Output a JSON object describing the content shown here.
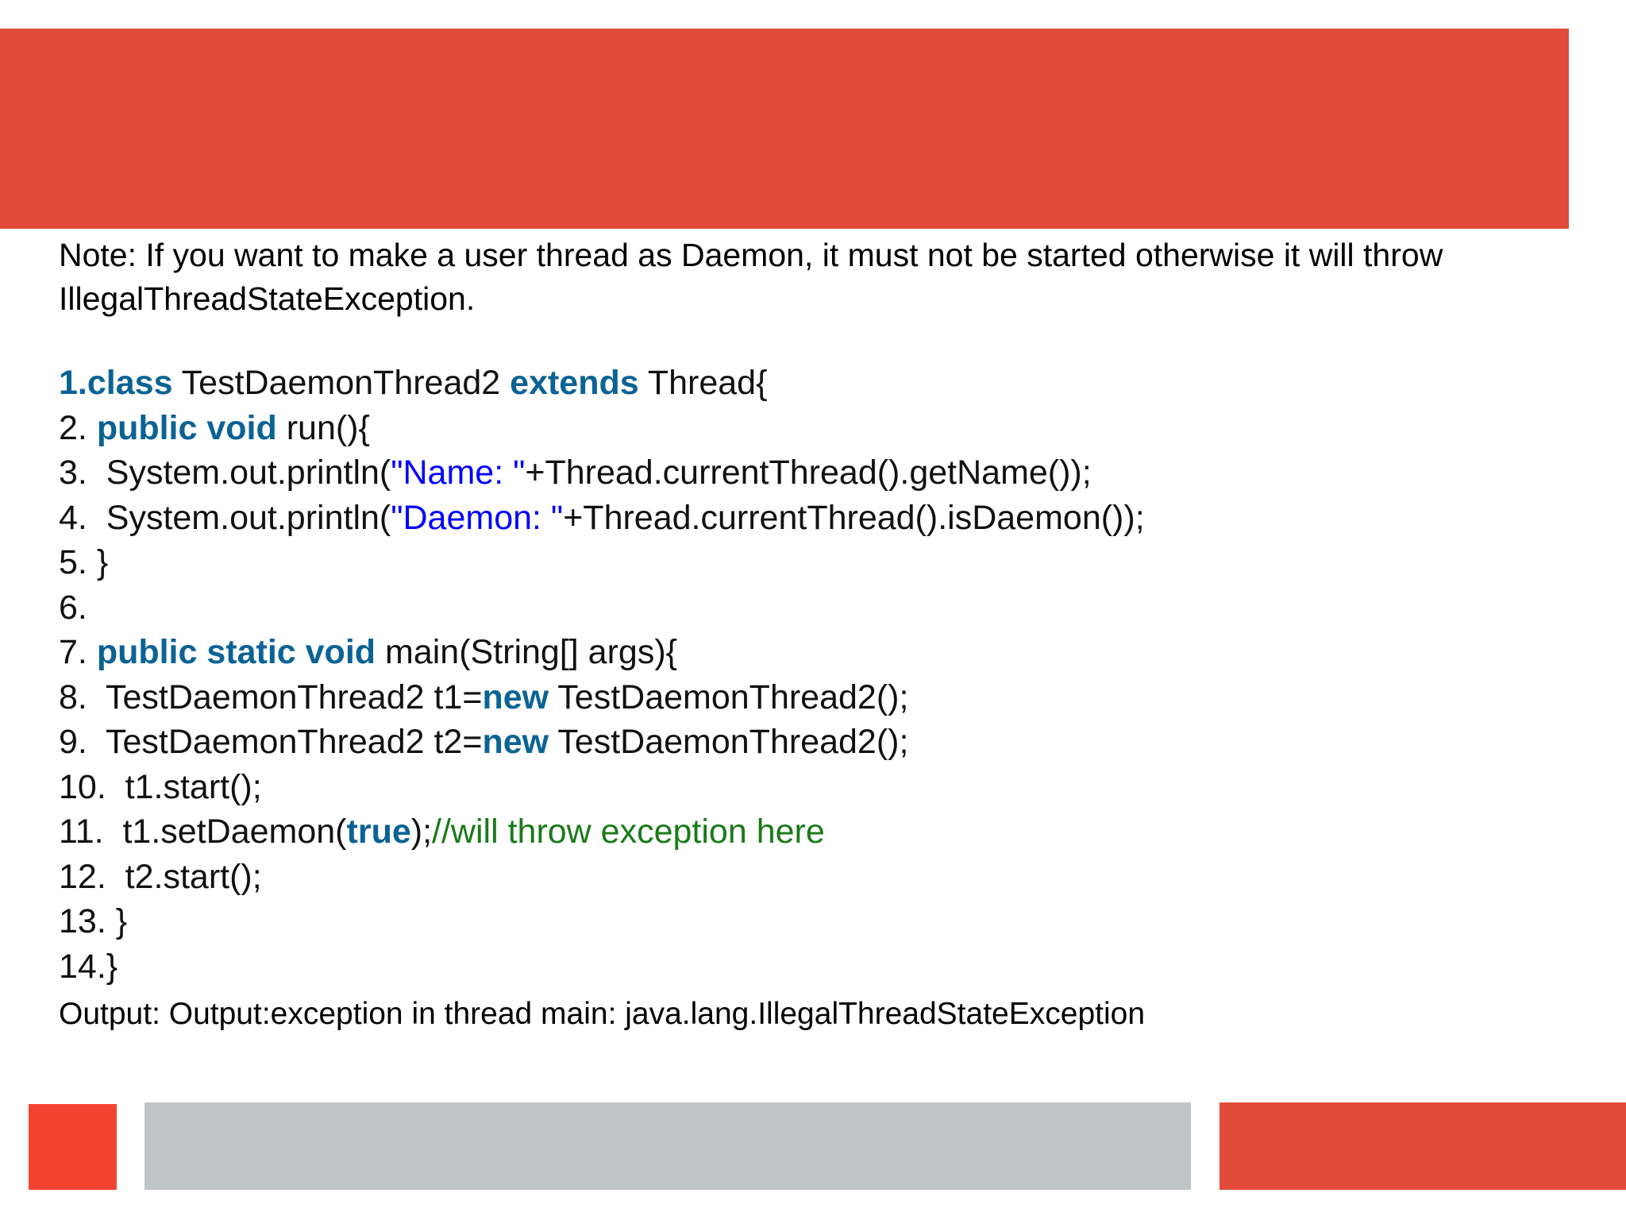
{
  "slide": {
    "background_color": "#FFFFFF",
    "top_banner": {
      "color": "#E24B3A"
    },
    "bottom_bars": [
      {
        "name": "red-small",
        "color": "#F4442F"
      },
      {
        "name": "gray",
        "color": "#BFC4C7"
      },
      {
        "name": "red-large",
        "color": "#E24B3A"
      }
    ]
  },
  "note": {
    "text": "Note: If you want to make a user thread as Daemon, it must not be started otherwise it will throw IllegalThreadStateException."
  },
  "code": {
    "accent_keyword_color": "#0B6395",
    "string_color": "#0000FF",
    "comment_color": "#1A7A19",
    "lines": [
      {
        "number": "1.",
        "segments": [
          {
            "text": "class",
            "style": "kw"
          },
          {
            "text": " TestDaemonThread2 ",
            "style": "plain"
          },
          {
            "text": "extends",
            "style": "kw"
          },
          {
            "text": " Thread{",
            "style": "plain"
          }
        ]
      },
      {
        "number": "2. ",
        "segments": [
          {
            "text": "public void",
            "style": "kw"
          },
          {
            "text": " run(){",
            "style": "plain"
          }
        ]
      },
      {
        "number": "3.  ",
        "segments": [
          {
            "text": "System.out.println(",
            "style": "plain"
          },
          {
            "text": "\"Name: \"",
            "style": "str"
          },
          {
            "text": "+Thread.currentThread().getName());",
            "style": "plain"
          }
        ]
      },
      {
        "number": "4.  ",
        "segments": [
          {
            "text": "System.out.println(",
            "style": "plain"
          },
          {
            "text": "\"Daemon: \"",
            "style": "str"
          },
          {
            "text": "+Thread.currentThread().isDaemon());",
            "style": "plain"
          }
        ]
      },
      {
        "number": "5. ",
        "segments": [
          {
            "text": "}",
            "style": "plain"
          }
        ]
      },
      {
        "number": "6.",
        "segments": [
          {
            "text": "",
            "style": "plain"
          }
        ]
      },
      {
        "number": "7. ",
        "segments": [
          {
            "text": "public static void",
            "style": "kw"
          },
          {
            "text": " main(String[] args){",
            "style": "plain"
          }
        ]
      },
      {
        "number": "8.  ",
        "segments": [
          {
            "text": "TestDaemonThread2 t1=",
            "style": "plain"
          },
          {
            "text": "new",
            "style": "kw"
          },
          {
            "text": " TestDaemonThread2();",
            "style": "plain"
          }
        ]
      },
      {
        "number": "9.  ",
        "segments": [
          {
            "text": "TestDaemonThread2 t2=",
            "style": "plain"
          },
          {
            "text": "new",
            "style": "kw"
          },
          {
            "text": " TestDaemonThread2();",
            "style": "plain"
          }
        ]
      },
      {
        "number": "10.  ",
        "segments": [
          {
            "text": "t1.start();",
            "style": "plain"
          }
        ]
      },
      {
        "number": "11.  ",
        "segments": [
          {
            "text": "t1.setDaemon(",
            "style": "plain"
          },
          {
            "text": "true",
            "style": "kw"
          },
          {
            "text": ");",
            "style": "plain"
          },
          {
            "text": "//will throw exception here",
            "style": "cmt"
          }
        ]
      },
      {
        "number": "12.  ",
        "segments": [
          {
            "text": "t2.start();",
            "style": "plain"
          }
        ]
      },
      {
        "number": "13. ",
        "segments": [
          {
            "text": "}",
            "style": "plain"
          }
        ]
      },
      {
        "number": "14.",
        "segments": [
          {
            "text": "}",
            "style": "plain"
          }
        ]
      }
    ]
  },
  "output": {
    "text": "Output: Output:exception in thread main: java.lang.IllegalThreadStateException"
  }
}
